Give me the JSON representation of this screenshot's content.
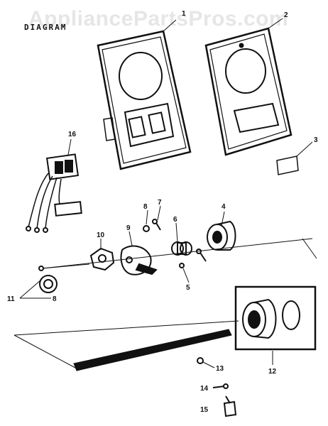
{
  "watermark": "AppliancePartsPros.com",
  "diagram_label": "DIAGRAM",
  "callouts": {
    "c1": "1",
    "c2": "2",
    "c3": "3",
    "c4": "4",
    "c5": "5",
    "c6": "6",
    "c7": "7",
    "c8": "8",
    "c9": "9",
    "c10": "10",
    "c11": "11",
    "c11b": "8",
    "c12": "12",
    "c13": "13",
    "c14": "14",
    "c15": "15",
    "c16": "16"
  }
}
